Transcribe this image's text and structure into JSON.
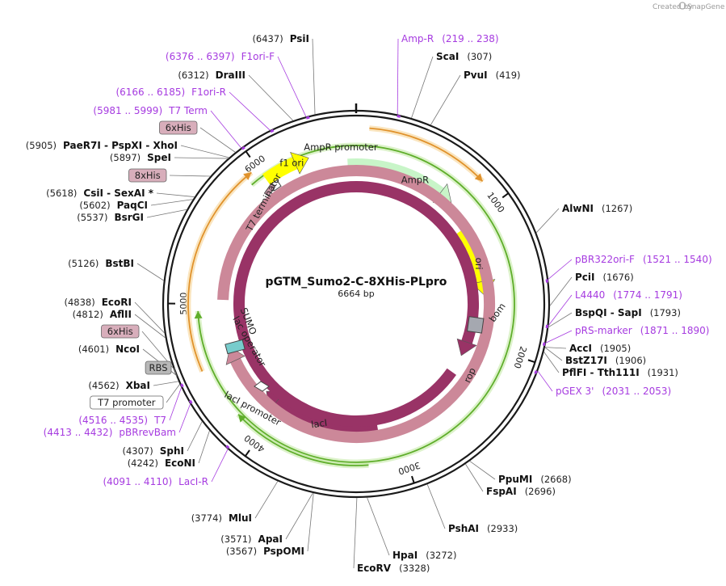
{
  "watermark": {
    "prefix": "Created by",
    "brand": "SnapGene"
  },
  "plasmid": {
    "name": "pGTM_Sumo2-C-8XHis-PLpro",
    "size": "6664 bp",
    "length_bp": 6664
  },
  "ruler_ticks": [
    "1000",
    "2000",
    "3000",
    "4000",
    "5000",
    "6000"
  ],
  "features": [
    {
      "name": "f1 ori",
      "start": 5870,
      "end": 6330,
      "type": "yellow"
    },
    {
      "name": "AmpR promoter",
      "start": 6480,
      "end": 6600,
      "type": "white"
    },
    {
      "name": "AmpR",
      "start": 6600,
      "end": 800,
      "type": "green"
    },
    {
      "name": "ori",
      "start": 1000,
      "end": 1600,
      "type": "yellow"
    },
    {
      "name": "bom",
      "start": 1800,
      "end": 1900,
      "type": "gray"
    },
    {
      "name": "rop",
      "start": 2150,
      "end": 2350,
      "type": "maroon"
    },
    {
      "name": "lacI",
      "start": 3100,
      "end": 4200,
      "type": "maroon"
    },
    {
      "name": "lacI promoter",
      "start": 4200,
      "end": 4300,
      "type": "white"
    },
    {
      "name": "lac operator",
      "start": 4480,
      "end": 4500,
      "type": "teal"
    },
    {
      "name": "SUMO",
      "start": 4620,
      "end": 4920,
      "type": "pink"
    },
    {
      "name": "T7 terminator",
      "start": 5900,
      "end": 5950,
      "type": "white"
    }
  ],
  "feature_labels": [
    "f1 ori",
    "AmpR promoter",
    "AmpR",
    "ori",
    "bom",
    "rop",
    "lacI",
    "lacI promoter",
    "lac operator",
    "SUMO",
    "T7 terminator"
  ],
  "right_labels": [
    {
      "kind": "primer",
      "name": "Amp-R",
      "pos": "(219 .. 238)"
    },
    {
      "kind": "enzyme",
      "name": "ScaI",
      "pos": "(307)"
    },
    {
      "kind": "enzyme",
      "name": "PvuI",
      "pos": "(419)"
    },
    {
      "kind": "enzyme",
      "name": "AlwNI",
      "pos": "(1267)"
    },
    {
      "kind": "primer",
      "name": "pBR322ori-F",
      "pos": "(1521 .. 1540)"
    },
    {
      "kind": "enzyme",
      "name": "PciI",
      "pos": "(1676)"
    },
    {
      "kind": "primer",
      "name": "L4440",
      "pos": "(1774 .. 1791)"
    },
    {
      "kind": "enzyme",
      "name": "BspQI - SapI",
      "pos": "(1793)"
    },
    {
      "kind": "primer",
      "name": "pRS-marker",
      "pos": "(1871 .. 1890)"
    },
    {
      "kind": "enzyme",
      "name": "AccI",
      "pos": "(1905)"
    },
    {
      "kind": "enzyme",
      "name": "BstZ17I",
      "pos": "(1906)"
    },
    {
      "kind": "enzyme",
      "name": "PflFI - Tth111I",
      "pos": "(1931)"
    },
    {
      "kind": "primer",
      "name": "pGEX 3'",
      "pos": "(2031 .. 2053)"
    },
    {
      "kind": "enzyme",
      "name": "PpuMI",
      "pos": "(2668)"
    },
    {
      "kind": "enzyme",
      "name": "FspAI",
      "pos": "(2696)"
    },
    {
      "kind": "enzyme",
      "name": "PshAI",
      "pos": "(2933)"
    },
    {
      "kind": "enzyme",
      "name": "HpaI",
      "pos": "(3272)"
    },
    {
      "kind": "enzyme",
      "name": "EcoRV",
      "pos": "(3328)"
    }
  ],
  "left_labels": [
    {
      "kind": "enzyme",
      "name": "PsiI",
      "pos": "(6437)"
    },
    {
      "kind": "primer",
      "name": "F1ori-F",
      "pos": "(6376 .. 6397)"
    },
    {
      "kind": "enzyme",
      "name": "DraIII",
      "pos": "(6312)"
    },
    {
      "kind": "primer",
      "name": "F1ori-R",
      "pos": "(6166 .. 6185)"
    },
    {
      "kind": "primer",
      "name": "T7 Term",
      "pos": "(5981 .. 5999)"
    },
    {
      "kind": "tag",
      "name": "6xHis",
      "pos": ""
    },
    {
      "kind": "enzyme",
      "name": "PaeR7I - PspXI - XhoI",
      "pos": "(5905)"
    },
    {
      "kind": "enzyme",
      "name": "SpeI",
      "pos": "(5897)"
    },
    {
      "kind": "tag",
      "name": "8xHis",
      "pos": ""
    },
    {
      "kind": "enzyme",
      "name": "CsiI - SexAI *",
      "pos": "(5618)"
    },
    {
      "kind": "enzyme",
      "name": "PaqCI",
      "pos": "(5602)"
    },
    {
      "kind": "enzyme",
      "name": "BsrGI",
      "pos": "(5537)"
    },
    {
      "kind": "enzyme",
      "name": "BstBI",
      "pos": "(5126)"
    },
    {
      "kind": "enzyme",
      "name": "EcoRI",
      "pos": "(4838)"
    },
    {
      "kind": "enzyme",
      "name": "AflII",
      "pos": "(4812)"
    },
    {
      "kind": "tag",
      "name": "6xHis",
      "pos": ""
    },
    {
      "kind": "enzyme",
      "name": "NcoI",
      "pos": "(4601)"
    },
    {
      "kind": "rbs",
      "name": "RBS",
      "pos": ""
    },
    {
      "kind": "enzyme",
      "name": "XbaI",
      "pos": "(4562)"
    },
    {
      "kind": "promoter",
      "name": "T7 promoter",
      "pos": ""
    },
    {
      "kind": "primer",
      "name": "T7",
      "pos": "(4516 .. 4535)"
    },
    {
      "kind": "primer",
      "name": "pBRrevBam",
      "pos": "(4413 .. 4432)"
    },
    {
      "kind": "enzyme",
      "name": "SphI",
      "pos": "(4307)"
    },
    {
      "kind": "enzyme",
      "name": "EcoNI",
      "pos": "(4242)"
    },
    {
      "kind": "primer",
      "name": "LacI-R",
      "pos": "(4091 .. 4110)"
    },
    {
      "kind": "enzyme",
      "name": "MluI",
      "pos": "(3774)"
    },
    {
      "kind": "enzyme",
      "name": "ApaI",
      "pos": "(3571)"
    },
    {
      "kind": "enzyme",
      "name": "PspOMI",
      "pos": "(3567)"
    }
  ],
  "colors": {
    "primer": "#a63be0",
    "enzyme": "#111111",
    "tag": "#d8aebb",
    "rbs": "#b8b8b8",
    "feature_yellow": "#ffff00",
    "feature_green": "#c8f5c8",
    "feature_maroon": "#993366",
    "feature_pink": "#cc8899",
    "feature_gray": "#a5a8b0",
    "orf_orange": "#f2b544",
    "orf_green": "#6fcf3c"
  }
}
